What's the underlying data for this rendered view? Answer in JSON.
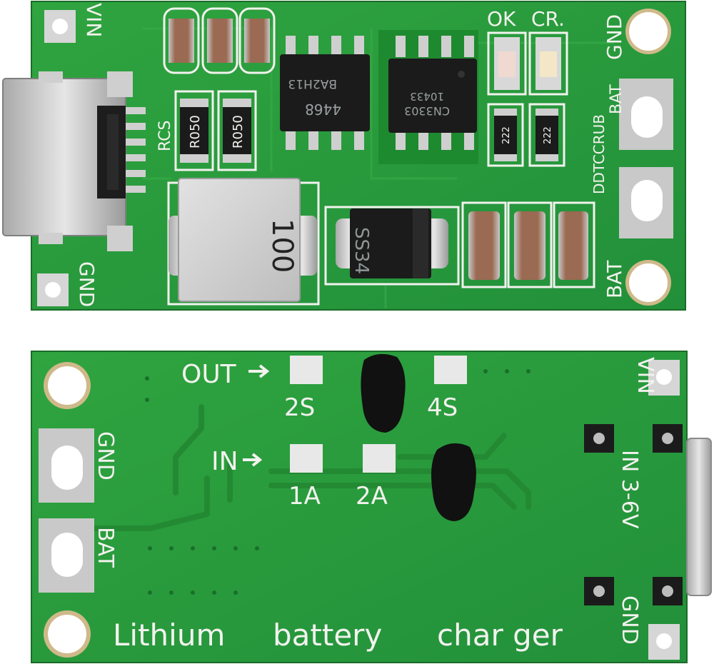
{
  "top_board": {
    "labels": {
      "vin": "VIN",
      "gnd_right": "GND",
      "gnd_left": "GND",
      "ok": "OK",
      "cr": "CR.",
      "rcs": "RCS",
      "bat_lower": "BAT",
      "bat_upper": "BAT",
      "ddtc": "DDTCCRUB"
    },
    "components": {
      "inductor": "100",
      "diode": "SS34",
      "chip1_line1": "BA2H13",
      "chip1_line2": "4468",
      "chip2_line1": "CN3303",
      "chip2_line2": "10433",
      "resistor1": "R050",
      "resistor2": "R050",
      "res_small1": "222",
      "res_small2": "222"
    }
  },
  "bottom_board": {
    "labels": {
      "out": "OUT",
      "in": "IN",
      "opt_2s": "2S",
      "opt_4s": "4S",
      "opt_1a": "1A",
      "opt_2a": "2A",
      "gnd_left": "GND",
      "bat_left": "BAT",
      "vin_right": "VIN",
      "gnd_right": "GND",
      "input_range": "IN  3-6V",
      "title_word1": "Lithium",
      "title_word2": "battery",
      "title_word3": "char ger"
    }
  },
  "colors": {
    "pcb_green": "#2a9a3a",
    "pcb_dark": "#1d7a2d",
    "silkscreen": "#f2f2ee",
    "solder_pad": "#c8c8c8",
    "chip_black": "#1b1b1b"
  }
}
